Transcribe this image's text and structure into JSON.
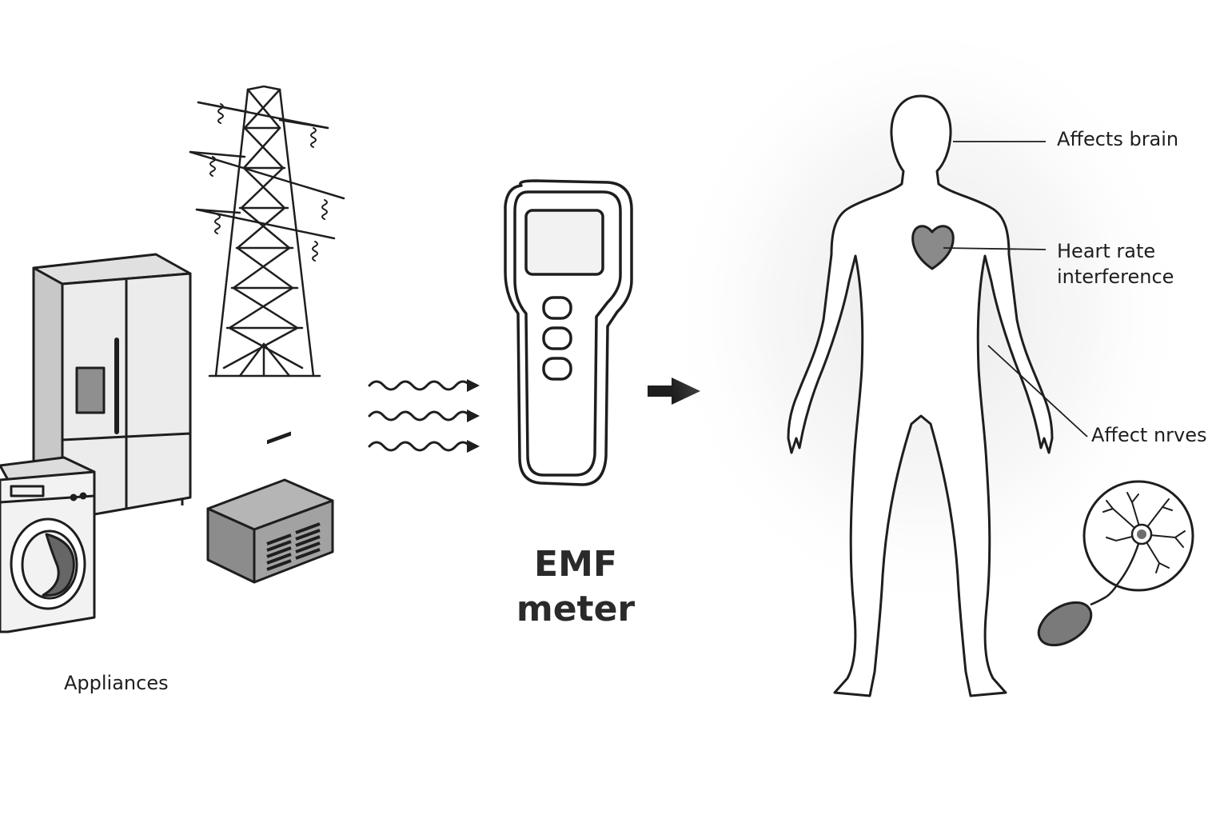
{
  "labels": {
    "appliances": "Appliances",
    "meter_line1": "EMF",
    "meter_line2": "meter",
    "brain": "Affects brain",
    "heart_line1": "Heart rate",
    "heart_line2": "interference",
    "nerves": "Affect nrves"
  },
  "icons": [
    "refrigerator-icon",
    "washing-machine-icon",
    "power-transmission-tower-icon",
    "transformer-box-icon",
    "wave-icon",
    "emf-meter-icon",
    "arrow-right-icon",
    "human-body-icon",
    "heart-icon",
    "neuron-icon"
  ],
  "colors": {
    "stroke": "#1e1e1e",
    "fill_light": "#e8e8e8",
    "fill_mid": "#9a9a9a",
    "fill_dark": "#6e6e6e",
    "background": "#ffffff"
  }
}
